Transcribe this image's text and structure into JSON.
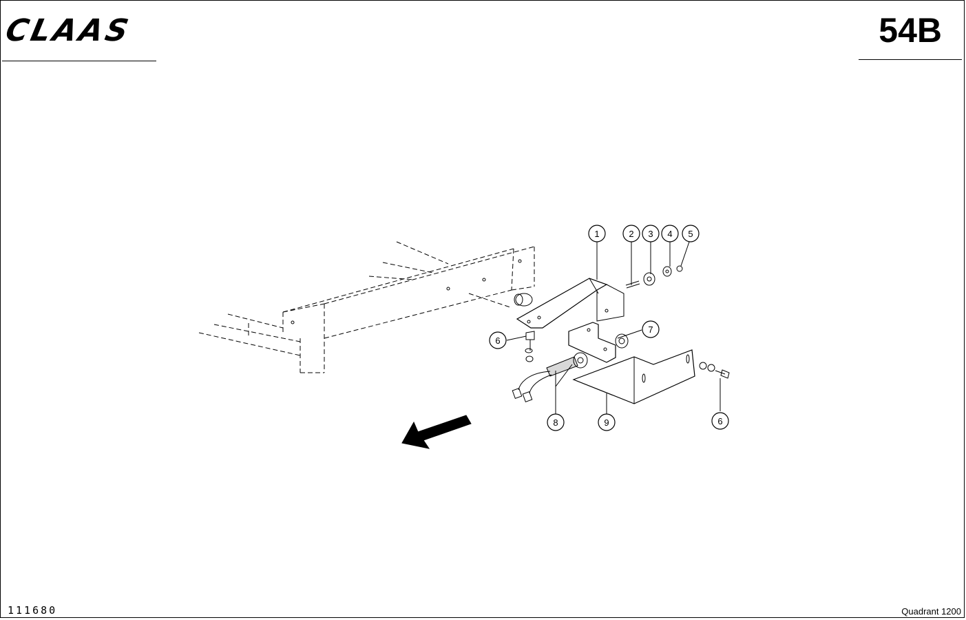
{
  "header": {
    "logo_text": "CLAAS",
    "page_code": "54B"
  },
  "footer": {
    "drawing_number": "111680",
    "machine_name": "Quadrant 1200"
  },
  "callouts": [
    {
      "id": "callout-1",
      "label": "1"
    },
    {
      "id": "callout-2",
      "label": "2"
    },
    {
      "id": "callout-3",
      "label": "3"
    },
    {
      "id": "callout-4",
      "label": "4"
    },
    {
      "id": "callout-5",
      "label": "5"
    },
    {
      "id": "callout-6a",
      "label": "6"
    },
    {
      "id": "callout-7",
      "label": "7"
    },
    {
      "id": "callout-8",
      "label": "8"
    },
    {
      "id": "callout-9",
      "label": "9"
    },
    {
      "id": "callout-6b",
      "label": "6"
    }
  ],
  "icons": {
    "direction_arrow": "travel-direction-arrow-icon"
  },
  "colors": {
    "ink": "#000000",
    "paper": "#ffffff"
  }
}
